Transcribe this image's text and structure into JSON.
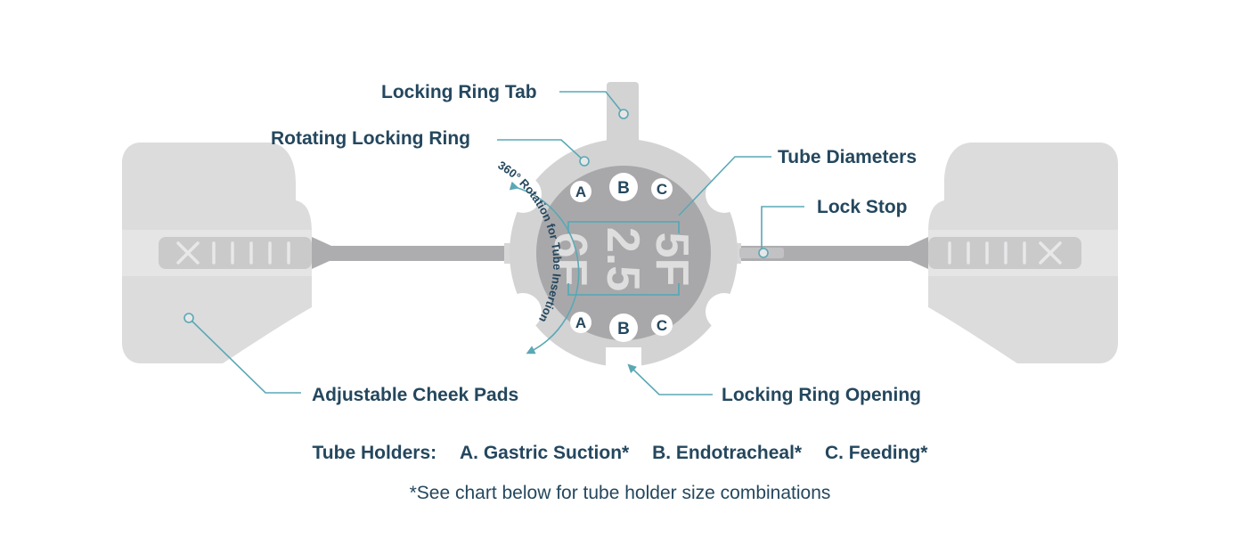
{
  "callouts": {
    "locking_ring_tab": "Locking Ring Tab",
    "rotating_locking_ring": "Rotating Locking Ring",
    "tube_diameters": "Tube Diameters",
    "lock_stop": "Lock Stop",
    "adjustable_cheek_pads": "Adjustable Cheek Pads",
    "locking_ring_opening": "Locking Ring Opening"
  },
  "rotation_label": "360° Rotation for Tube Insertion",
  "holder_letters": {
    "a": "A",
    "b": "B",
    "c": "C"
  },
  "diameters": {
    "left": "6F",
    "middle": "2.5",
    "right": "5F"
  },
  "legend": {
    "title": "Tube Holders:",
    "a": "A. Gastric Suction*",
    "b": "B. Endotracheal*",
    "c": "C. Feeding*",
    "note": "*See chart below for tube holder size combinations"
  },
  "colors": {
    "text": "#24475e",
    "accent": "#5aa8b5",
    "pad": "#dcdcdd",
    "ring": "#d3d3d4",
    "hub": "#a8a8aa",
    "band": "#adadaf"
  }
}
